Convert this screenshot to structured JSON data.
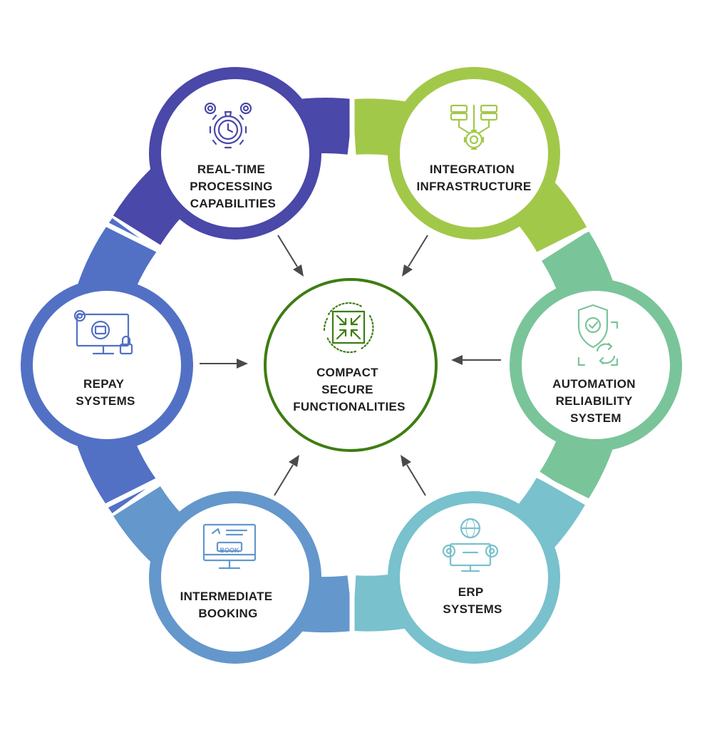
{
  "center": {
    "lines": [
      "COMPACT",
      "SECURE",
      "FUNCTIONALITIES"
    ],
    "color": "#3e7d12",
    "icon": "compress-arrows-icon"
  },
  "nodes": [
    {
      "key": "realtime",
      "lines": [
        "REAL-TIME",
        "PROCESSING",
        "CAPABILITIES"
      ],
      "color": "#4a48a8",
      "icon": "gear-clock-icon"
    },
    {
      "key": "integration",
      "lines": [
        "INTEGRATION",
        "INFRASTRUCTURE"
      ],
      "color": "#a2c84a",
      "icon": "server-gear-icon"
    },
    {
      "key": "automation",
      "lines": [
        "AUTOMATION",
        "RELIABILITY",
        "SYSTEM"
      ],
      "color": "#7ac49a",
      "icon": "shield-sync-icon"
    },
    {
      "key": "erp",
      "lines": [
        "ERP",
        "SYSTEMS"
      ],
      "color": "#78c1cd",
      "icon": "globe-monitor-icon"
    },
    {
      "key": "booking",
      "lines": [
        "INTERMEDIATE",
        "BOOKING"
      ],
      "color": "#6497cb",
      "icon": "book-monitor-icon"
    },
    {
      "key": "repay",
      "lines": [
        "REPAY",
        "SYSTEMS"
      ],
      "color": "#5271c5",
      "icon": "monitor-lock-icon"
    }
  ]
}
